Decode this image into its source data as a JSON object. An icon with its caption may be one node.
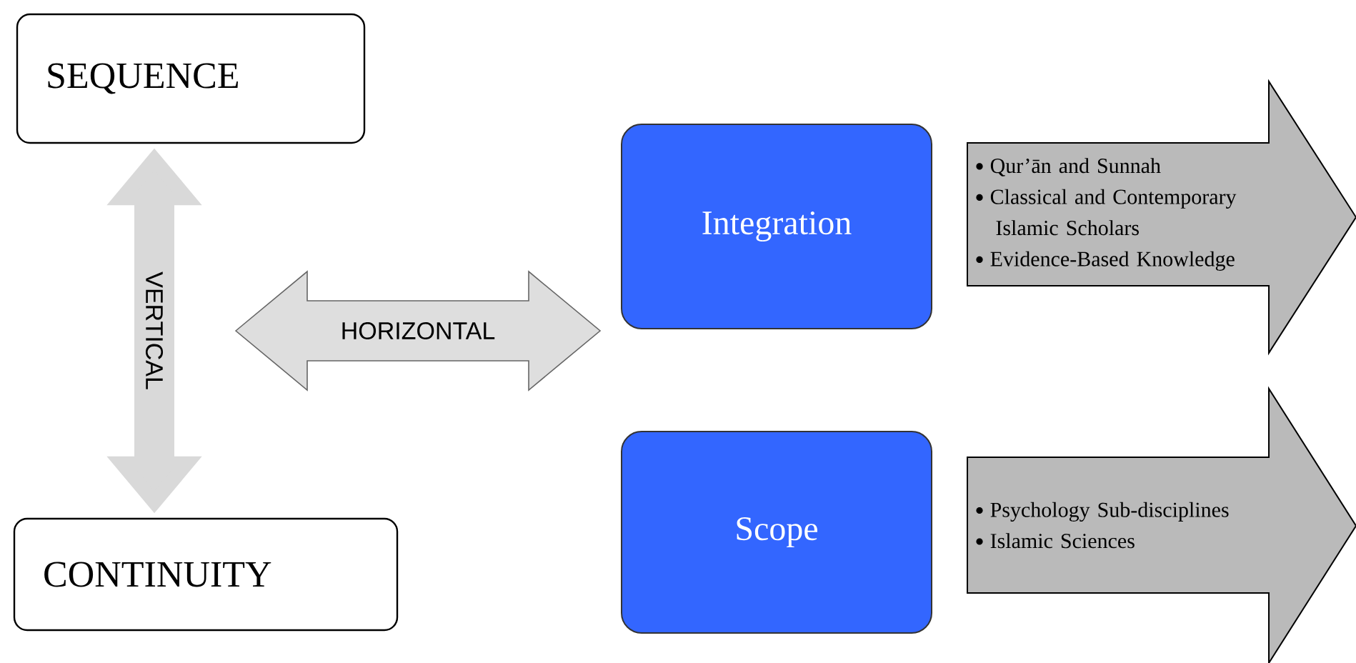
{
  "diagram": {
    "nodes": [
      {
        "text": [
          "SEQUENCE"
        ]
      },
      {
        "text": [
          "CONTINUITY"
        ]
      },
      {
        "text": [
          "HORIZONTAL"
        ]
      },
      {
        "text": [
          "Integration"
        ]
      },
      {
        "text": [
          "Scope"
        ]
      },
      {
        "text": [
          "Qur’ān and Sunnah",
          "Classical and Contemporary Islamic Scholars",
          "Evidence-Based Knowledge"
        ]
      },
      {
        "text": [
          "Psychology Sub-disciplines",
          "Islamic Sciences"
        ]
      }
    ],
    "edges": [
      {
        "from": 0,
        "to": 1,
        "arrow": "both",
        "label": "VERTICAL"
      }
    ]
  }
}
